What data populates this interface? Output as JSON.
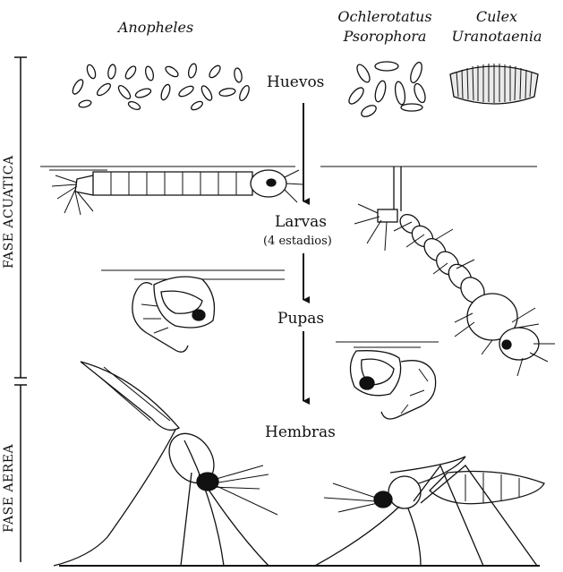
{
  "genera": {
    "left": "Anopheles",
    "middle_line1": "Ochlerotatus",
    "middle_line2": "Psorophora",
    "right_line1": "Culex",
    "right_line2": "Uranotaenia"
  },
  "stages": {
    "eggs": "Huevos",
    "larvae": "Larvas",
    "larvae_note": "(4 estadios)",
    "pupae": "Pupas",
    "females": "Hembras"
  },
  "phases": {
    "aquatic": "FASE ACUATICA",
    "aerial": "FASE AEREA"
  },
  "colors": {
    "ink": "#111111",
    "background": "#ffffff"
  }
}
